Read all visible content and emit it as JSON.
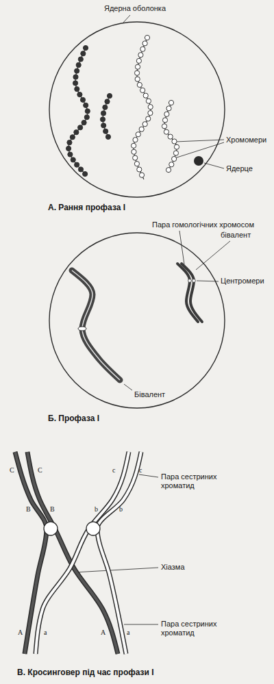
{
  "diagram": {
    "labels": [
      "Ядерна оболонка",
      "Хромомери",
      "Ядерце",
      "А. Рання профаза І",
      "Пара гомологічних хромосом",
      "бівалент",
      "Центромери",
      "Бівалент",
      "Б. Профаза І",
      "Пара сестриних хроматид",
      "C",
      "C",
      "c",
      "c",
      "B",
      "B",
      "b",
      "b",
      "Хіазма",
      "A",
      "a",
      "A",
      "a",
      "Пара сестриних хроматид",
      "В. Кросинговер під час профази І"
    ]
  }
}
